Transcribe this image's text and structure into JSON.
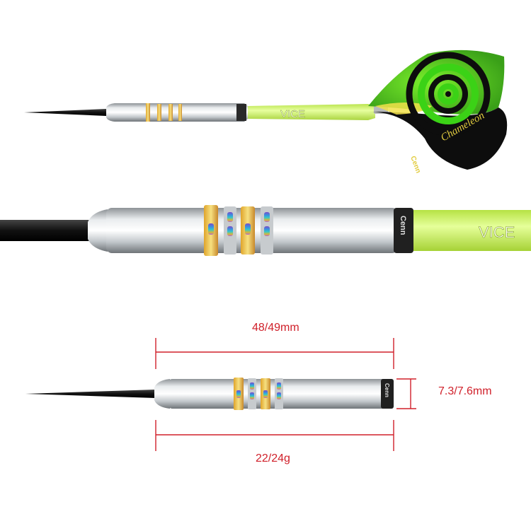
{
  "shaft_brand": "VICE",
  "flight_text": {
    "script": "Chameleon",
    "brand": "Cenn"
  },
  "barrel_brand": "Cenn",
  "dimensions": {
    "length": "48/49mm",
    "diameter": "7.3/7.6mm",
    "weight": "22/24g"
  },
  "colors": {
    "dimension_lines": "#d0202a",
    "shaft": "#c8f05a",
    "flight_green": "#6ee02a",
    "flight_black": "#0d0d0d",
    "flight_yellow": "#f2e24a"
  }
}
